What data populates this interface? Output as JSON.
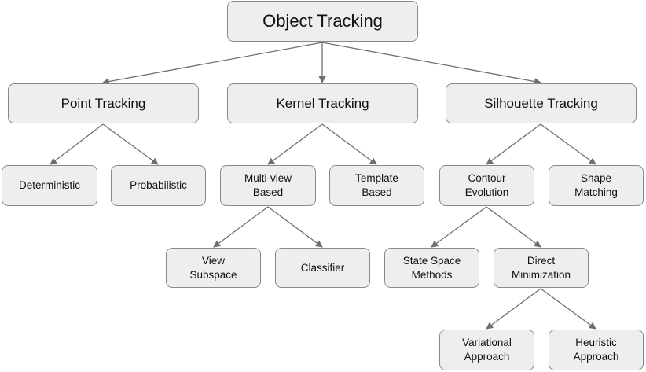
{
  "diagram": {
    "root": {
      "label": "Object Tracking"
    },
    "level1": {
      "point": {
        "label": "Point Tracking"
      },
      "kernel": {
        "label": "Kernel Tracking"
      },
      "silhouette": {
        "label": "Silhouette Tracking"
      }
    },
    "point_children": {
      "deterministic": {
        "label": "Deterministic"
      },
      "probabilistic": {
        "label": "Probabilistic"
      }
    },
    "kernel_children": {
      "multiview": {
        "label": "Multi-view\nBased"
      },
      "template": {
        "label": "Template\nBased"
      }
    },
    "multiview_children": {
      "view_subspace": {
        "label": "View\nSubspace"
      },
      "classifier": {
        "label": "Classifier"
      }
    },
    "silhouette_children": {
      "contour": {
        "label": "Contour\nEvolution"
      },
      "shape": {
        "label": "Shape\nMatching"
      }
    },
    "contour_children": {
      "state_space": {
        "label": "State Space\nMethods"
      },
      "direct": {
        "label": "Direct\nMinimization"
      }
    },
    "direct_children": {
      "variational": {
        "label": "Variational\nApproach"
      },
      "heuristic": {
        "label": "Heuristic\nApproach"
      }
    },
    "colors": {
      "node_fill": "#eeeeee",
      "node_border": "#8a8a8a",
      "edge": "#6f6f6f",
      "text": "#111111"
    }
  }
}
